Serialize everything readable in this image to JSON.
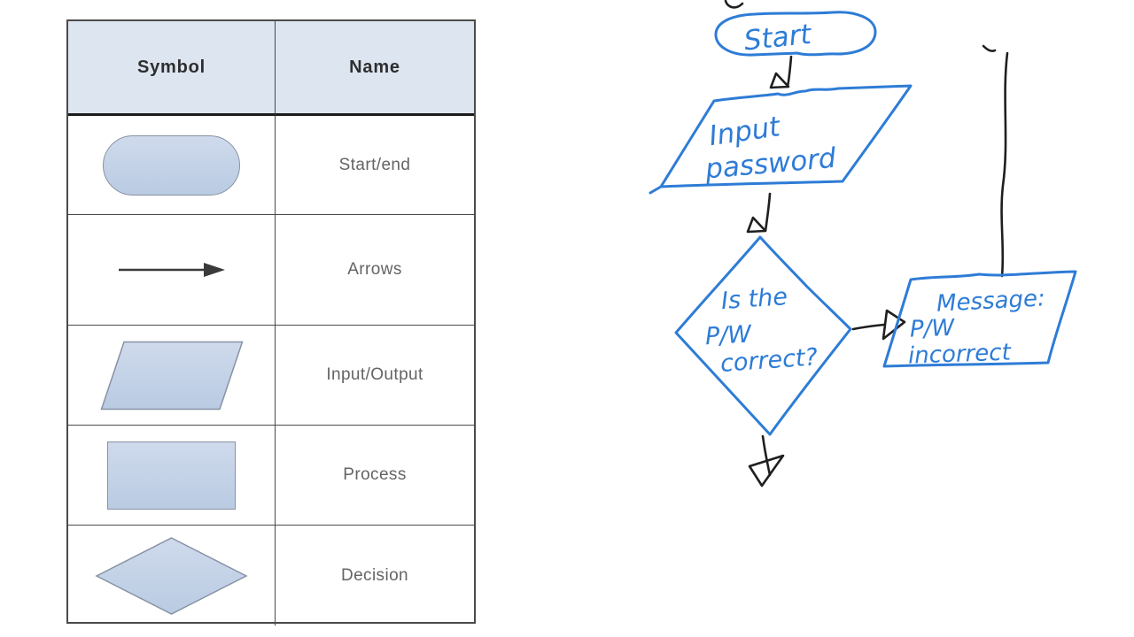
{
  "legend_table": {
    "headers": {
      "symbol": "Symbol",
      "name": "Name"
    },
    "rows": [
      {
        "symbol_icon": "stadium-shape",
        "name": "Start/end"
      },
      {
        "symbol_icon": "arrow-shape",
        "name": "Arrows"
      },
      {
        "symbol_icon": "parallelogram-shape",
        "name": "Input/Output"
      },
      {
        "symbol_icon": "rectangle-shape",
        "name": "Process"
      },
      {
        "symbol_icon": "diamond-shape",
        "name": "Decision"
      }
    ],
    "colors": {
      "header_bg": "#dde5f1",
      "shape_fill_top": "#cfdaec",
      "shape_fill_bottom": "#b9cbe2",
      "shape_border": "#8793a3",
      "grid_line": "#4a4a4a",
      "name_text": "#646464",
      "arrow": "#3a3a3a"
    }
  },
  "sketch": {
    "ink_blue": "#2e7cd6",
    "ink_black": "#1f1f1f",
    "start": {
      "label": "Start"
    },
    "input": {
      "line1": "Input",
      "line2": "password"
    },
    "decision": {
      "line1": "Is the",
      "line2": "P/W",
      "line3": "correct?"
    },
    "message": {
      "line1": "Message:",
      "line2": "P/W",
      "line3": "incorrect"
    }
  }
}
